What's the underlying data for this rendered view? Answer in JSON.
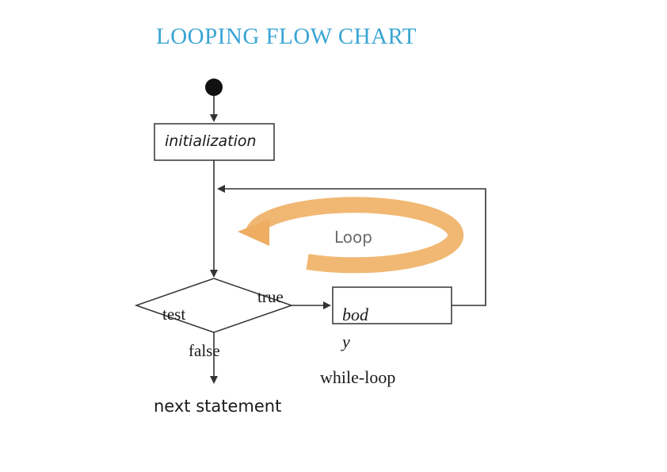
{
  "title": "LOOPING FLOW CHART",
  "nodes": {
    "initialization": "initialization",
    "test": "test",
    "body_line1": "bod",
    "body_line2": "y",
    "next": "next statement"
  },
  "edges": {
    "true": "true",
    "false": "false"
  },
  "loop_badge": "Loop",
  "caption": "while-loop",
  "colors": {
    "title": "#3aa5d4",
    "loop_arrow": "#f0b46c",
    "line": "#333333"
  }
}
